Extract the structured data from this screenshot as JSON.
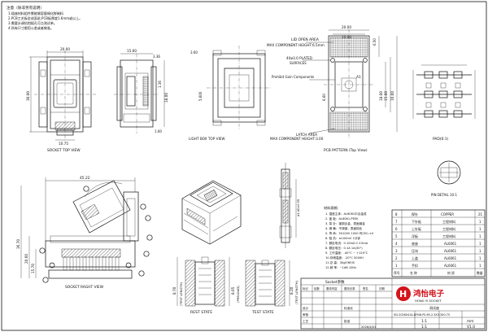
{
  "notes": {
    "heading": "注意（除非另有说明）",
    "lines": [
      "1.插座材料组件需能够容量锡化鲜碗料",
      "2.PCB工艺板金成面说,PCB板厚度1.6mm或以上。",
      "3.需要水调钻钳插孔可点测试单。",
      "4.所有尺寸都用公差或者做准。"
    ]
  },
  "views": {
    "socket_top": {
      "title": "SOCKET TOP VIEW",
      "dims": {
        "width": "20.00",
        "height": "30.00",
        "bottom": "10.75"
      }
    },
    "lightbox_top": {
      "title": "LIGHT BOX  TOP VIEW",
      "dims": {
        "w1": "15.60",
        "w2": "3.36",
        "h1": "18.00",
        "h2": "1.36",
        "w3": "1.60"
      }
    },
    "pcb_pattern": {
      "title": "PCB PATTERN (Top View)",
      "labels": {
        "lid_open_1": "LID OPEN AREA",
        "lid_open_2": "MAX COMPONENT HEIGHT:6.5mm",
        "plated": "4Xø3.0 PLATED",
        "surfaces": "SURFACES",
        "prohibit": "Prohibit Goin Components",
        "a1": "A1",
        "latch_1": "LATCH AREA",
        "latch_2": "MAX COMPONENT HEIGHT:3.00"
      },
      "dims": {
        "w1": "20.00",
        "w2": "15.00",
        "h1": "6.50",
        "h2": "18.00",
        "h3": "15.00",
        "h4": "16.00",
        "h5": "6.60",
        "s1": "5.600",
        "s2": "3.60"
      }
    },
    "pad": {
      "title": "PAD(6:1)"
    },
    "socket_right": {
      "title": "SOCKET RAGHT VIEW",
      "dims": {
        "w": "45.22",
        "h1": "36.70",
        "h2": "20.60",
        "h3": "15.70"
      }
    },
    "rest_state": {
      "title": "REST STATE",
      "dim": "8.70",
      "sub": "(TEST LENGTH)"
    },
    "test_state": {
      "title": "TEST STATE",
      "dim": "8.20",
      "sub": "(TEST LENGTH)"
    },
    "preload_dim": "8.05",
    "preload_sub": "(PRELOAD)",
    "pin_detail": "PIN DETAIL 10:1",
    "side_dim": "ø1.40±0.05"
  },
  "material": {
    "heading": "材料规格：",
    "lines": [
      "1. 插座主体：AL6061中合金成",
      "2. 盖    板：AL6061-PEEK",
      "3. 探    针：铍铜合金，表面镀金",
      "4. 弹    簧：不锈钢，表面钝化",
      "5. 寿    命：50100V 1000 时(50) ±0",
      "6. 阻    抗：≤100mV 1分钟",
      "7. 额定电流：0.10mΩ    C:15mA",
      "8. 额定电压：0.1A    1A(30\")",
      "9. 工作温度：-40°C  ~ +120°C",
      "10.存储温度：-20°C    5000H",
      "11.总    高：30gF/6F/8",
      "12.频    率：~1dB   10Hz"
    ]
  },
  "bom": {
    "rows": [
      {
        "no": "8",
        "name": "探针",
        "material": "COPPER",
        "qty": "21"
      },
      {
        "no": "7",
        "name": "下针板",
        "material": "工程材料",
        "qty": "1"
      },
      {
        "no": "6",
        "name": "上针板",
        "material": "工程材料",
        "qty": "1"
      },
      {
        "no": "5",
        "name": "浮板",
        "material": "工程材料",
        "qty": "1"
      },
      {
        "no": "4",
        "name": "底座",
        "material": "AL6061",
        "qty": "1"
      },
      {
        "no": "3",
        "name": "压块",
        "material": "AL6061",
        "qty": "1"
      },
      {
        "no": "2",
        "name": "上盖",
        "material": "AL6061",
        "qty": "1"
      },
      {
        "no": "1",
        "name": "手扣",
        "material": "AL6061",
        "qty": "1"
      }
    ],
    "headers": {
      "no": "序号",
      "name": "名 称",
      "material": "材 质",
      "qty": "数量"
    }
  },
  "title_block": {
    "spec": "Socket参数",
    "company_cn": "鸿怡电子",
    "company_en": "HONG YI SOCKET",
    "logo_letter": "H",
    "brand_color": "#d4141b",
    "test_seat": "测试座",
    "part_no": "XD-2026041A-DFN8-P0.65-2.3X3.3X0.75",
    "scale_label": "1:1",
    "unit": "mm",
    "ratio": "1:1",
    "version": "V1.0",
    "date": "2026/4/01",
    "row_labels": [
      "标记",
      "处数",
      "更改内容",
      "更改记录",
      "签名",
      "日期"
    ],
    "row2": [
      "设计",
      "",
      "",
      "标准化",
      "",
      ""
    ],
    "row3": [
      "审核",
      "",
      "",
      "",
      "",
      ""
    ],
    "row4": [
      "工艺",
      "",
      "",
      "批准",
      "",
      ""
    ]
  }
}
